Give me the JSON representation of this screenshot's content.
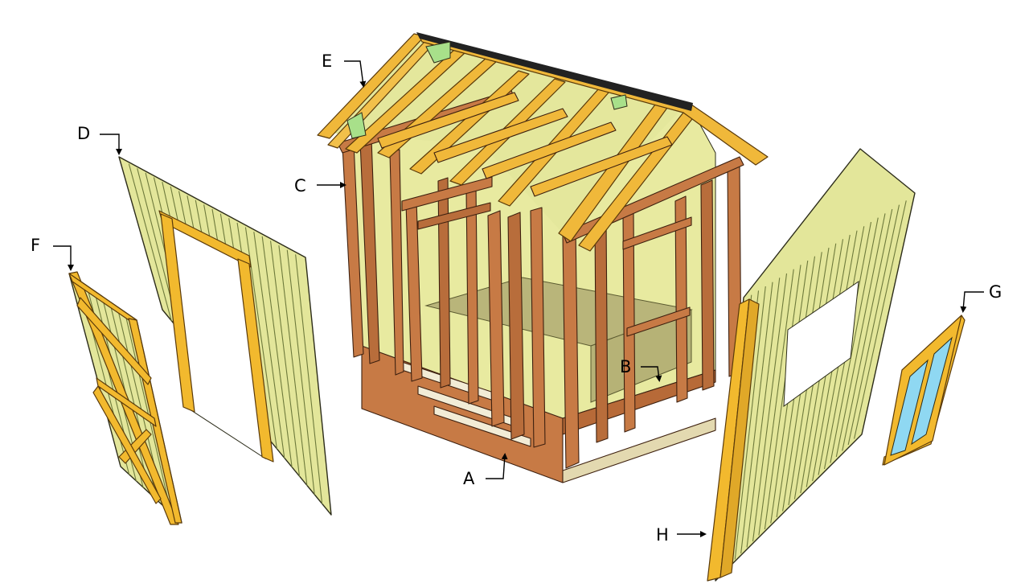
{
  "diagram": {
    "labels": [
      {
        "id": "A",
        "text": "A"
      },
      {
        "id": "B",
        "text": "B"
      },
      {
        "id": "C",
        "text": "C"
      },
      {
        "id": "D",
        "text": "D"
      },
      {
        "id": "E",
        "text": "E"
      },
      {
        "id": "F",
        "text": "F"
      },
      {
        "id": "G",
        "text": "G"
      },
      {
        "id": "H",
        "text": "H"
      }
    ],
    "colors": {
      "siding": "#e3e69a",
      "siding_groove": "#6e7a3c",
      "framing": "#c77a45",
      "framing_dark": "#8a4a22",
      "trim": "#f2b92e",
      "rafter": "#f0b83a",
      "floor": "#b9b57a",
      "gusset": "#a8e08a",
      "glass": "#8fd8f2",
      "roof_edge": "#222222"
    }
  }
}
